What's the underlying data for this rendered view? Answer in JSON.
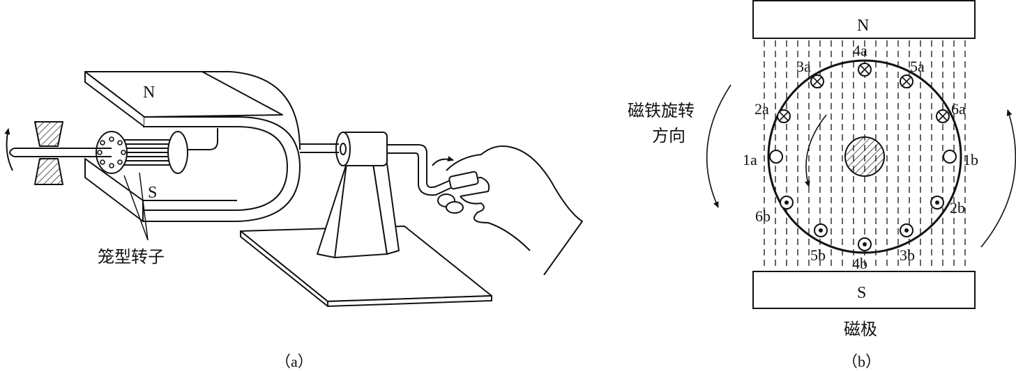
{
  "figure_a": {
    "pole_n": "N",
    "pole_s": "S",
    "rotor_label": "笼型转子",
    "caption": "（a）"
  },
  "figure_b": {
    "pole_n": "N",
    "pole_s": "S",
    "rotation_label_line1": "磁铁旋转",
    "rotation_label_line2": "方向",
    "magnet_label": "磁极",
    "caption": "（b）",
    "conductors": [
      {
        "label": "4a",
        "mark": "cross"
      },
      {
        "label": "3a",
        "mark": "cross"
      },
      {
        "label": "5a",
        "mark": "cross"
      },
      {
        "label": "2a",
        "mark": "cross"
      },
      {
        "label": "6a",
        "mark": "cross"
      },
      {
        "label": "1a",
        "mark": "empty"
      },
      {
        "label": "1b",
        "mark": "empty"
      },
      {
        "label": "6b",
        "mark": "dot"
      },
      {
        "label": "2b",
        "mark": "dot"
      },
      {
        "label": "5b",
        "mark": "dot"
      },
      {
        "label": "3b",
        "mark": "dot"
      },
      {
        "label": "4b",
        "mark": "dot"
      }
    ]
  }
}
